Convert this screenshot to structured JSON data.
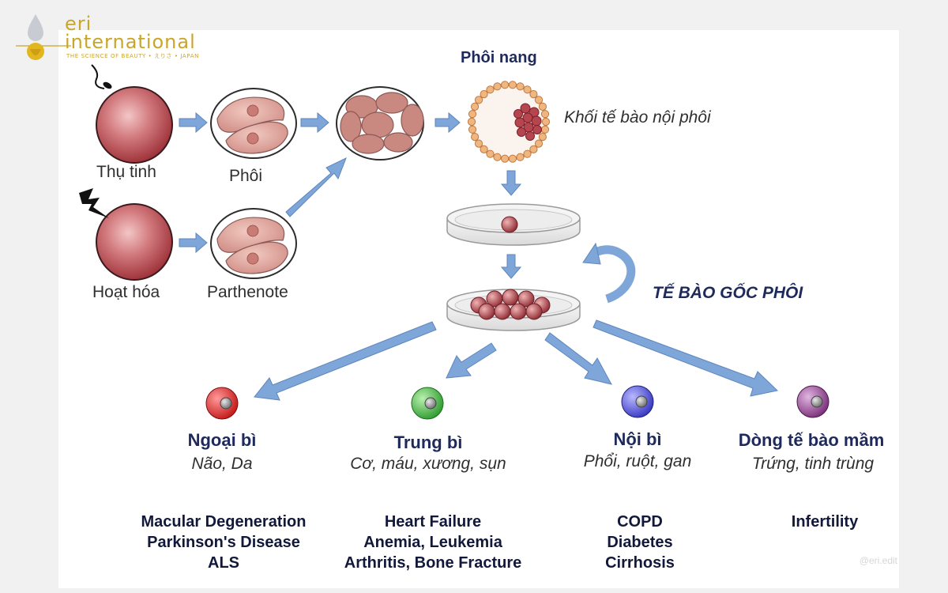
{
  "logo": {
    "line1": "eri",
    "line2": "international",
    "tagline": "THE SCIENCE OF BEAUTY • えりさ • JAPAN"
  },
  "stages": {
    "fertilization": "Thụ tinh",
    "embryo": "Phôi",
    "activation": "Hoạt hóa",
    "parthenote": "Parthenote",
    "blastocyst_title": "Phôi nang",
    "inner_cell_mass": "Khối tế bào nội phôi",
    "stem_cells": "TẾ BÀO GỐC PHÔI"
  },
  "germ_layers": [
    {
      "name": "Ngoại bì",
      "tissues": "Não, Da",
      "color": "#d92b2b",
      "diseases": [
        "Macular Degeneration",
        "Parkinson's Disease",
        "ALS"
      ]
    },
    {
      "name": "Trung bì",
      "tissues": "Cơ, máu, xương, sụn",
      "color": "#3aa63a",
      "diseases": [
        "Heart Failure",
        "Anemia, Leukemia",
        "Arthritis, Bone Fracture"
      ]
    },
    {
      "name": "Nội bì",
      "tissues": "Phổi, ruột, gan",
      "color": "#4b4bcf",
      "diseases": [
        "COPD",
        "Diabetes",
        "Cirrhosis"
      ]
    },
    {
      "name": "Dòng tế bào mầm",
      "tissues": "Trứng, tinh trùng",
      "color": "#8a3b8a",
      "diseases": [
        "Infertility"
      ]
    }
  ],
  "watermark": "@eri.edit",
  "colors": {
    "arrow": "#7ea6d8",
    "arrow_stroke": "#5d86bf",
    "cell": "#b8484c",
    "title": "#1f2a5c"
  }
}
